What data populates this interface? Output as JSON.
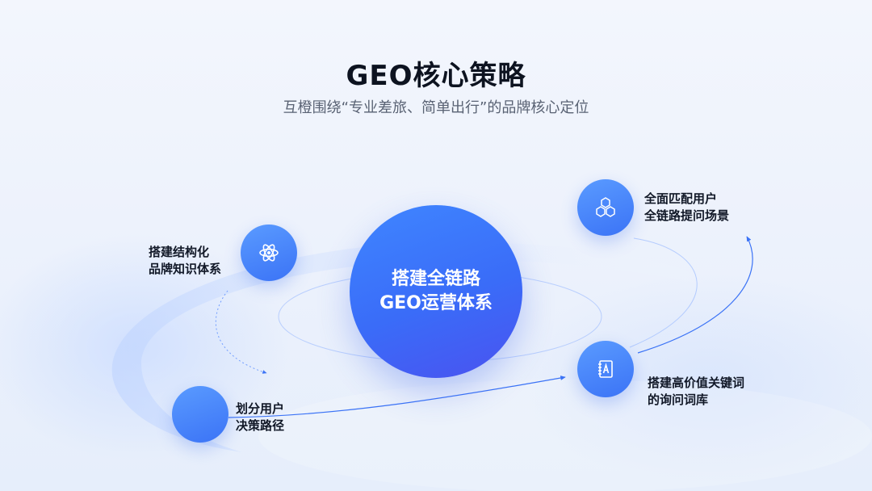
{
  "header": {
    "title": "GEO核心策略",
    "subtitle": "互橙围绕“专业差旅、简单出行”的品牌核心定位"
  },
  "center": {
    "line1": "搭建全链路",
    "line2": "GEO运营体系"
  },
  "nodes": [
    {
      "id": "knowledge",
      "icon": "atom-icon",
      "line1": "搭建结构化",
      "line2": "品牌知识体系"
    },
    {
      "id": "path",
      "icon": "none",
      "line1": "划分用户",
      "line2": "决策路径"
    },
    {
      "id": "keywords",
      "icon": "keyword-book-icon",
      "line1": "搭建高价值关键词",
      "line2": "的询问词库"
    },
    {
      "id": "scenes",
      "icon": "hexagons-icon",
      "line1": "全面匹配用户",
      "line2": "全链路提问场景"
    }
  ],
  "colors": {
    "accent": "#3b73f6",
    "accent_light": "#5a9bff",
    "title_text": "#0d1320",
    "subtitle_text": "#596273"
  }
}
